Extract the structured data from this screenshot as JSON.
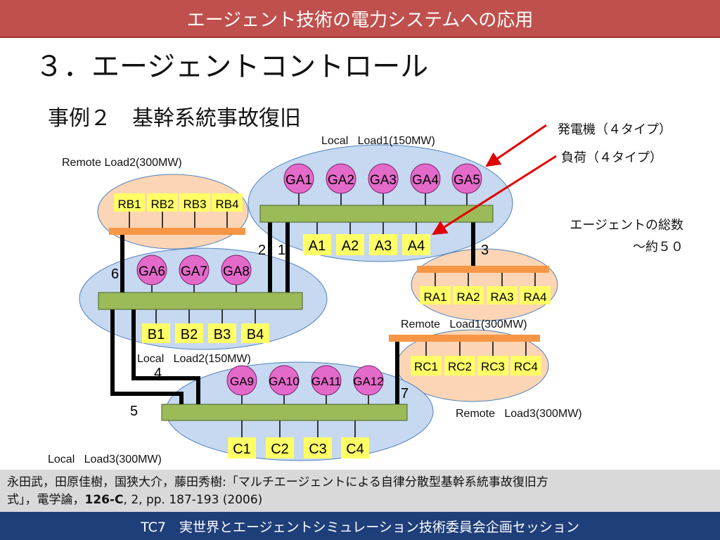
{
  "header": {
    "title": "エージェント技術の電力システムへの応用"
  },
  "heading": "３．エージェントコントロール",
  "subheading": "事例２　基幹系統事故復旧",
  "callouts": {
    "generator": "発電機（４タイプ）",
    "load": "負荷（４タイプ）",
    "agent_total_line1": "エージェントの総数",
    "agent_total_line2": "～約５０"
  },
  "groups": {
    "local_load1": {
      "label": "Local   Load1(150MW)",
      "generators": [
        "GA1",
        "GA2",
        "GA3",
        "GA4",
        "GA5"
      ],
      "loads": [
        "A1",
        "A2",
        "A3",
        "A4"
      ]
    },
    "local_load2": {
      "label": "Local   Load2(150MW)",
      "generators": [
        "GA6",
        "GA7",
        "GA8"
      ],
      "loads": [
        "B1",
        "B2",
        "B3",
        "B4"
      ]
    },
    "local_load3": {
      "label": "Local   Load3(300MW)",
      "generators": [
        "GA9",
        "GA10",
        "GA11",
        "GA12"
      ],
      "loads": [
        "C1",
        "C2",
        "C3",
        "C4"
      ]
    },
    "remote_load1": {
      "label": "Remote   Load1(300MW)",
      "loads": [
        "RA1",
        "RA2",
        "RA3",
        "RA4"
      ]
    },
    "remote_load2": {
      "label": "Remote Load2(300MW)",
      "loads": [
        "RB1",
        "RB2",
        "RB3",
        "RB4"
      ]
    },
    "remote_load3": {
      "label": "Remote   Load3(300MW)",
      "loads": [
        "RC1",
        "RC2",
        "RC3",
        "RC4"
      ]
    }
  },
  "line_numbers": {
    "n1": "1",
    "n2": "2",
    "n3": "3",
    "n4": "4",
    "n5": "5",
    "n6": "6",
    "n7": "7"
  },
  "citation": {
    "line1": "永田武，田原佳樹，国狭大介，藤田秀樹:「マルチエージェントによる自律分散型基幹系統事故復旧方",
    "line2_prefix": "式」，電学論，",
    "volume": "126-C",
    "line2_suffix": ", 2, pp. 187-193 (2006)"
  },
  "footer": {
    "text": "TC7　実世界とエージェントシミュレーション技術委員会企画セッション"
  },
  "colors": {
    "header_bg": "#c0504d",
    "footer_bg": "#1f3f7a",
    "citation_bg": "#d9d9d9",
    "local_ellipse": "#c6d9f1",
    "remote_ellipse": "#fbd5b5",
    "bus_green": "#9bbb59",
    "remote_bus": "#f79646",
    "generator": "#e36ac9",
    "load_box": "#ffff66",
    "arrow": "#e00000"
  }
}
